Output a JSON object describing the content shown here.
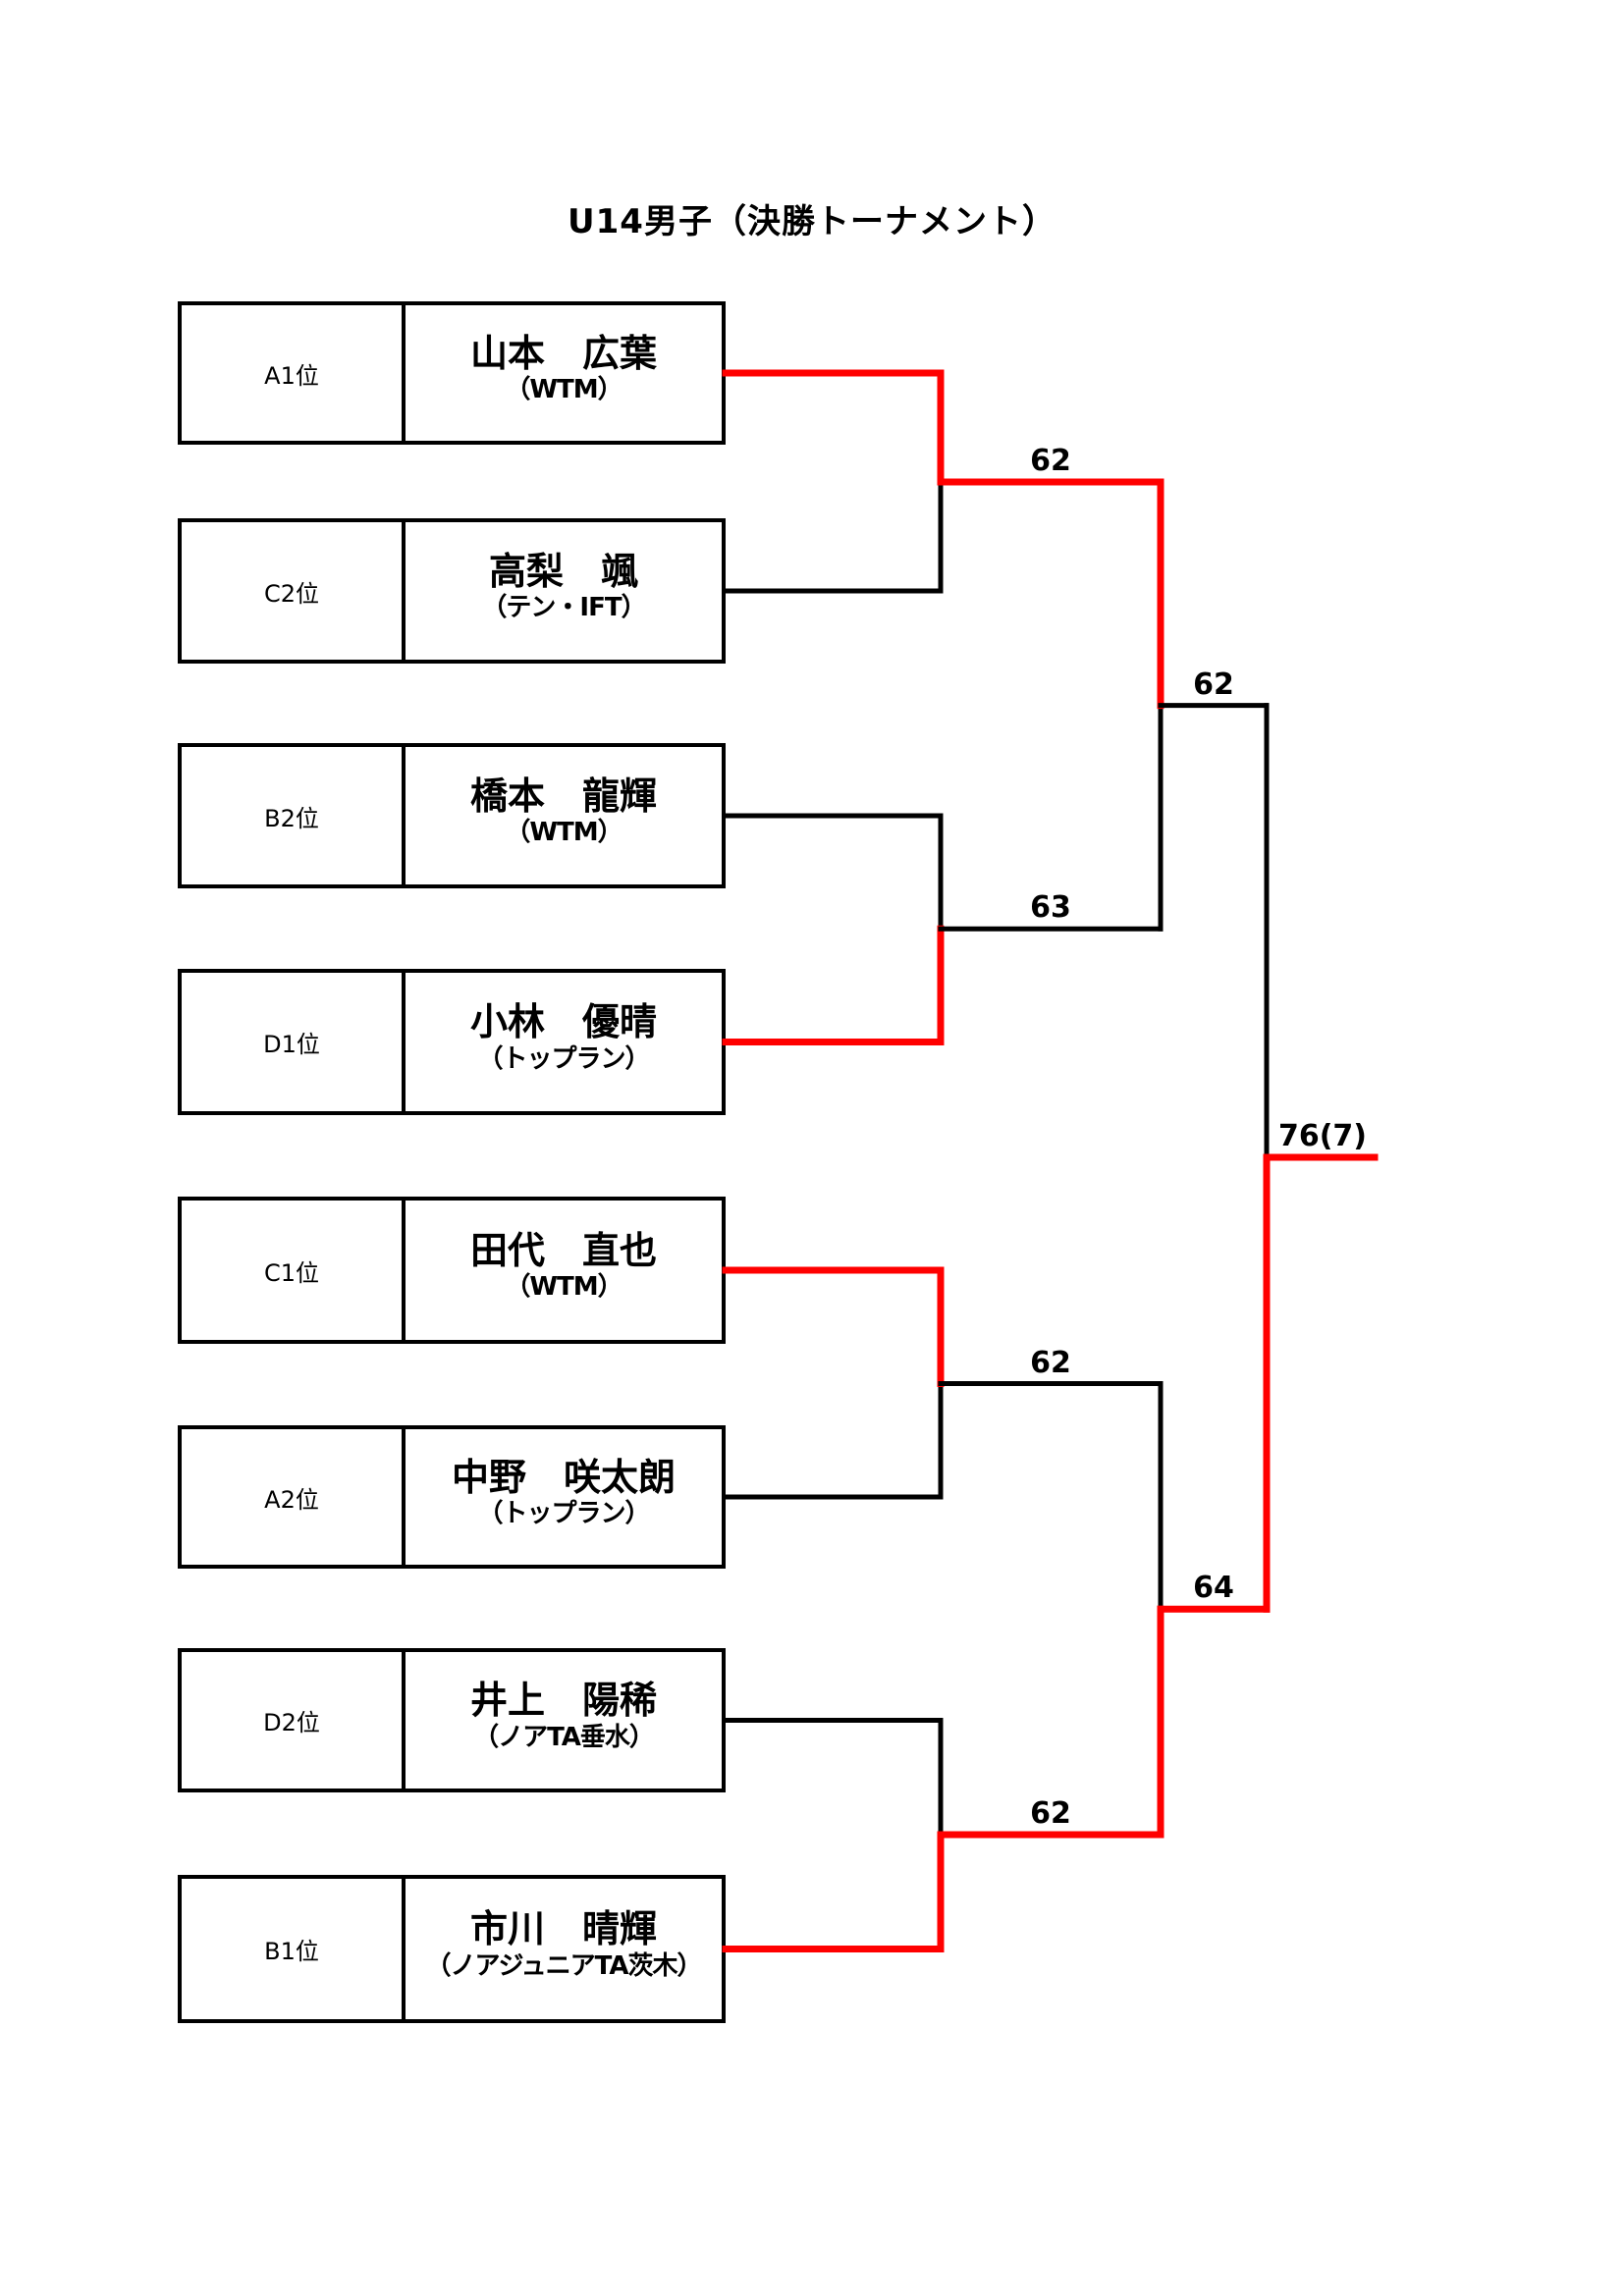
{
  "title": "U14男子（決勝トーナメント）",
  "colors": {
    "winner_line": "#ff0000",
    "loser_line": "#000000",
    "box_border": "#000000"
  },
  "players": [
    {
      "seed": "A1位",
      "name": "山本　広葉",
      "club": "（WTM）"
    },
    {
      "seed": "C2位",
      "name": "高梨　颯",
      "club": "（テン・IFT）"
    },
    {
      "seed": "B2位",
      "name": "橋本　龍輝",
      "club": "（WTM）"
    },
    {
      "seed": "D1位",
      "name": "小林　優晴",
      "club": "（トップラン）"
    },
    {
      "seed": "C1位",
      "name": "田代　直也",
      "club": "（WTM）"
    },
    {
      "seed": "A2位",
      "name": "中野　咲太朗",
      "club": "（トップラン）"
    },
    {
      "seed": "D2位",
      "name": "井上　陽稀",
      "club": "（ノアTA垂水）"
    },
    {
      "seed": "B1位",
      "name": "市川　晴輝",
      "club": "（ノアジュニアTA茨木）"
    }
  ],
  "matches": {
    "round1": [
      {
        "players": [
          0,
          1
        ],
        "winner": 0,
        "score": "62"
      },
      {
        "players": [
          2,
          3
        ],
        "winner": 3,
        "score": "63"
      },
      {
        "players": [
          4,
          5
        ],
        "winner": 4,
        "score": "62"
      },
      {
        "players": [
          6,
          7
        ],
        "winner": 7,
        "score": "62"
      }
    ],
    "semifinal": [
      {
        "from": [
          0,
          1
        ],
        "winner": 0,
        "score": "62"
      },
      {
        "from": [
          2,
          3
        ],
        "winner": 1,
        "score": "64"
      }
    ],
    "final": {
      "from": [
        0,
        1
      ],
      "winner": 1,
      "score": "76(7)"
    }
  }
}
